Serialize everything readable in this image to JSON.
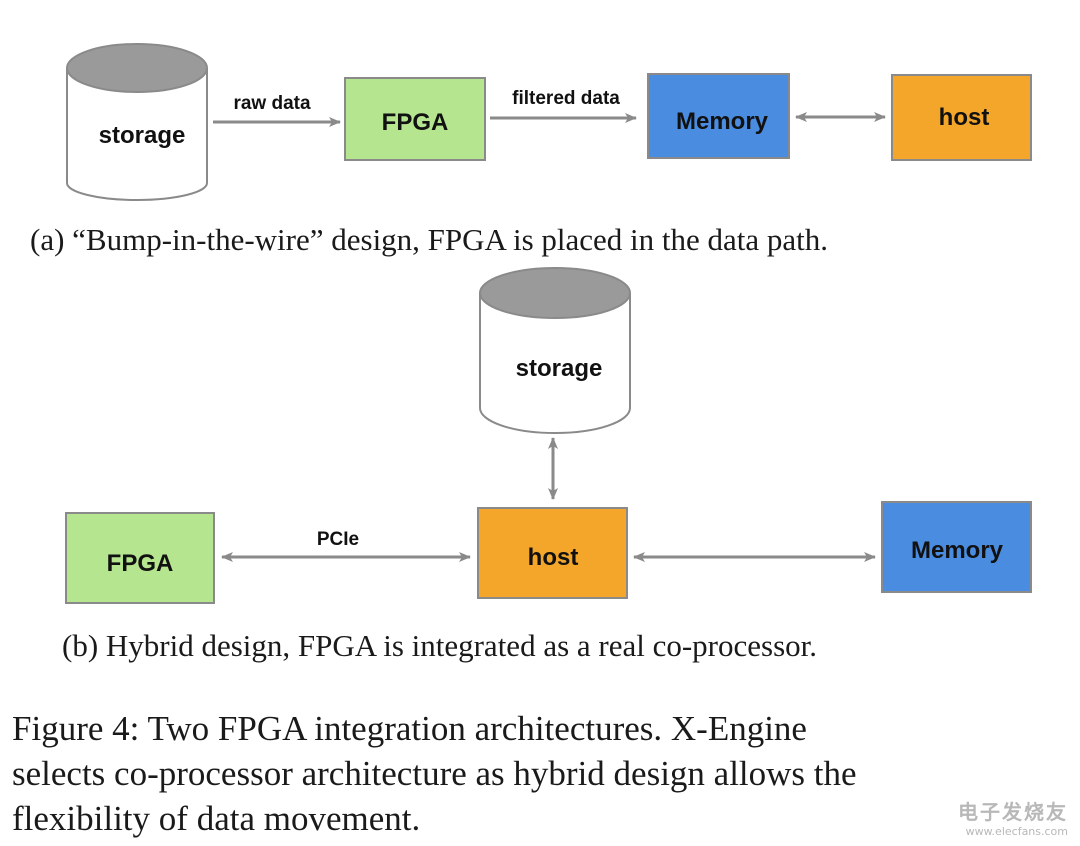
{
  "colors": {
    "fpga": "#b5e58f",
    "memory": "#4a8de0",
    "host": "#f4a62a",
    "storage_top": "#9a9a9a",
    "box_border": "#8a8a8a",
    "arrow": "#8a8a8a"
  },
  "diagram_a": {
    "storage": "storage",
    "edge_raw": "raw data",
    "fpga": "FPGA",
    "edge_filtered": "filtered data",
    "memory": "Memory",
    "host": "host",
    "caption": "(a) “Bump-in-the-wire” design, FPGA is placed in the data path."
  },
  "diagram_b": {
    "storage": "storage",
    "fpga": "FPGA",
    "edge_pcie": "PCIe",
    "host": "host",
    "memory": "Memory",
    "caption": "(b) Hybrid design, FPGA is integrated as a real co-processor."
  },
  "figure_caption": {
    "line1": "Figure 4:  Two FPGA integration architectures.  X-Engine",
    "line2": "selects co-processor architecture as hybrid design allows the",
    "line3": "flexibility of data movement."
  },
  "watermark": {
    "title": "电子发烧友",
    "url": "www.elecfans.com"
  }
}
